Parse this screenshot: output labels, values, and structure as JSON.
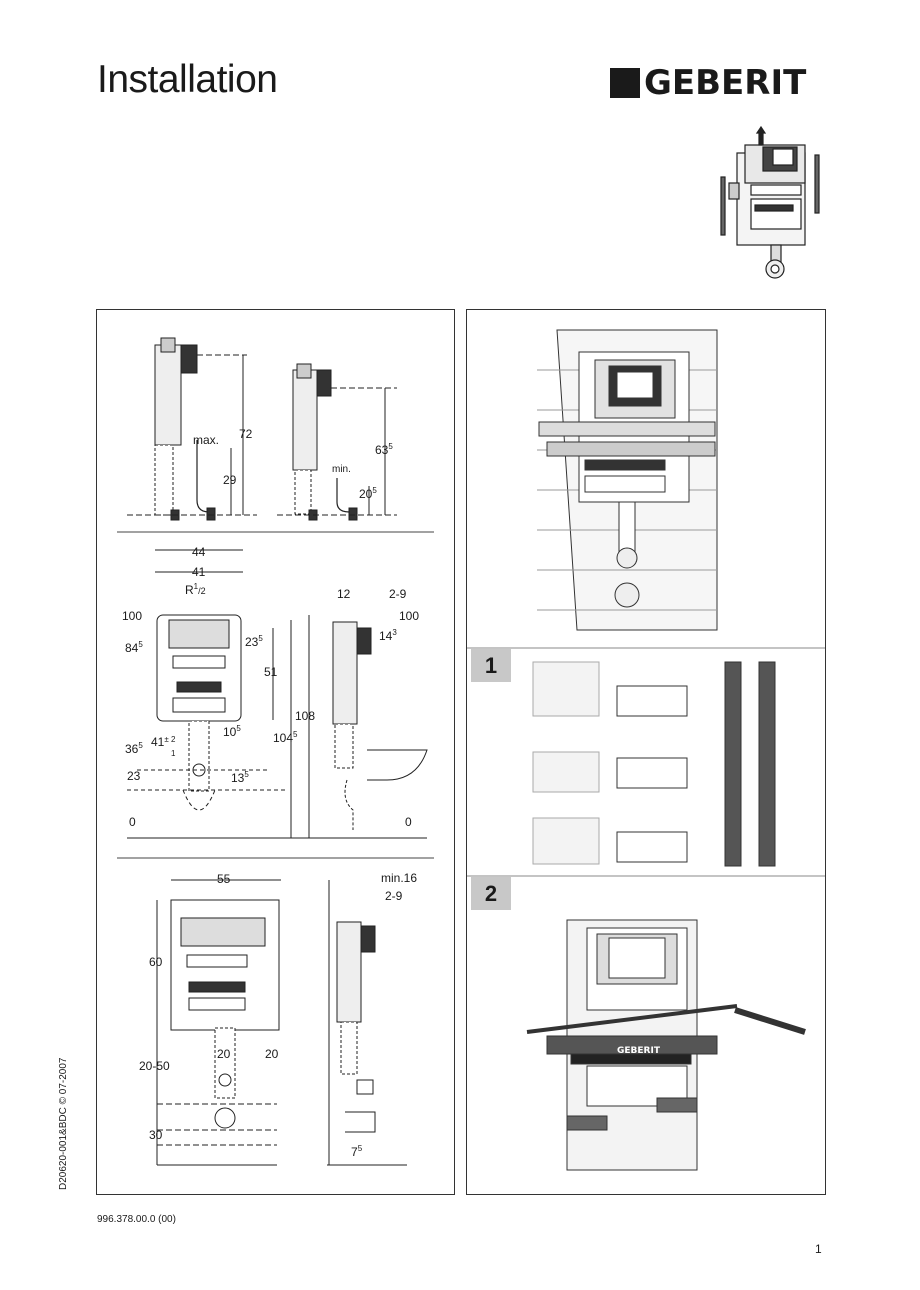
{
  "header": {
    "title": "Installation",
    "brand": "GEBERIT"
  },
  "left_panel": {
    "top_left": {
      "max_label": "max.",
      "dim_72": "72",
      "dim_29": "29"
    },
    "top_right": {
      "min_label": "min.",
      "dim_63": "63",
      "dim_63_sup": "5",
      "dim_20": "20",
      "dim_20_sup": "5"
    },
    "front": {
      "dim_44": "44",
      "dim_41": "41",
      "thread": "R",
      "thread_sup": "1",
      "thread_sub": "/2",
      "lvl_100": "100",
      "lvl_84": "84",
      "lvl_84_sup": "5",
      "dim_23": "23",
      "dim_23_sup": "5",
      "dim_51": "51",
      "dim_108": "108",
      "dim_104": "104",
      "dim_104_sup": "5",
      "dim_10": "10",
      "dim_10_sup": "5",
      "lvl_36": "36",
      "lvl_36_sup": "5",
      "dim_41b": "41",
      "dim_41b_tol": "± 2",
      "dim_41b_tol2": "1",
      "dim_13": "13",
      "dim_13_sup": "5",
      "lvl_23": "23",
      "lvl_0": "0"
    },
    "side": {
      "dim_12": "12",
      "dim_2_9": "2-9",
      "lvl_100": "100",
      "dim_14": "14",
      "dim_14_sup": "3",
      "lvl_0": "0"
    },
    "bottom_front": {
      "dim_55": "55",
      "dim_60": "60",
      "dim_20a": "20",
      "dim_20b": "20",
      "dim_20_50": "20-50",
      "dim_30": "30"
    },
    "bottom_side": {
      "min16": "min.16",
      "dim_2_9": "2-9",
      "dim_7": "7",
      "dim_7_sup": "5"
    }
  },
  "right_panel": {
    "step1": "1",
    "step2": "2",
    "diagram_logo": "GEBERIT"
  },
  "footer": {
    "side_note": "D20620-001&BDC © 07-2007",
    "doc_number": "996.378.00.0 (00)",
    "page_number": "1"
  }
}
